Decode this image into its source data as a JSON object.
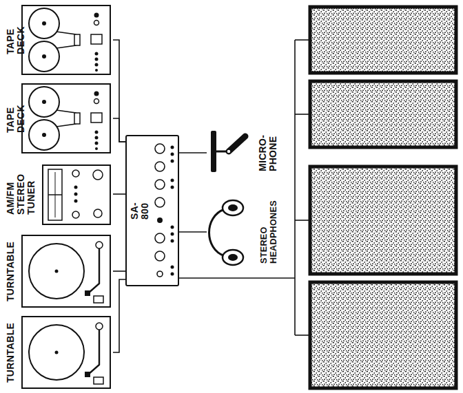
{
  "diagram": {
    "nodes": [
      {
        "text": [
          "TAPE DECK"
        ]
      },
      {
        "text": [
          "TAPE DECK"
        ]
      },
      {
        "text": [
          "AM/FM STEREO TUNER"
        ]
      },
      {
        "text": [
          "SA-800"
        ]
      },
      {
        "text": [
          "MICRO- PHONE"
        ]
      },
      {
        "text": [
          "STEREO HEADPHONES"
        ]
      },
      {
        "text": [
          "TURNTABLE"
        ]
      },
      {
        "text": [
          "TURNTABLE"
        ]
      }
    ],
    "edges": [
      {
        "from": 0,
        "to": 3,
        "arrow": "none"
      },
      {
        "from": 1,
        "to": 3,
        "arrow": "none"
      },
      {
        "from": 2,
        "to": 3,
        "arrow": "none"
      },
      {
        "from": 4,
        "to": 3,
        "arrow": "none"
      },
      {
        "from": 5,
        "to": 3,
        "arrow": "none"
      },
      {
        "from": 6,
        "to": 3,
        "arrow": "none"
      },
      {
        "from": 7,
        "to": 3,
        "arrow": "none"
      }
    ]
  }
}
